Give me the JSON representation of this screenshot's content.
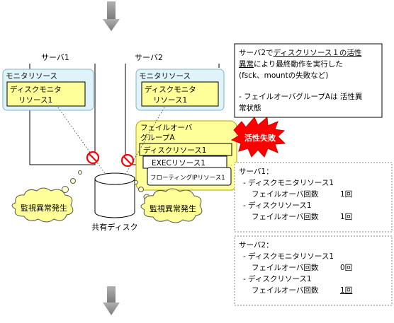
{
  "servers": {
    "server1_label": "サーバ1",
    "server2_label": "サーバ2"
  },
  "left_server": {
    "monitor_title": "モニタリソース",
    "disk_monitor_line1": "ディスクモニタ",
    "disk_monitor_line2": "リソース1"
  },
  "right_server": {
    "monitor_title": "モニタリソース",
    "disk_monitor_line1": "ディスクモニタ",
    "disk_monitor_line2": "リソース1",
    "group_line1": "フェイルオーバ",
    "group_line2": "グループA",
    "disk_resource": "ディスクリソース1",
    "exec_resource": "EXECリソース1",
    "fip_resource": "フローティングIPリソース1"
  },
  "burst_label": "活性失敗",
  "disk_label": "共有ディスク",
  "cloud_left": "監視異常発生",
  "cloud_right": "監視異常発生",
  "info_box": {
    "line1": "サーバ2で",
    "line1_u": "ディスクリソース１の活性",
    "line2_u": "異常",
    "line2_rest": "により最終動作を実行した",
    "line3": "(fsck、mountの失敗など)",
    "line4": "- フェイルオーバグループAは 活性異",
    "line5": "常状態"
  },
  "server1_status": {
    "title": "サーバ1：",
    "item1": "- ディスクモニタリソース1",
    "item1_label": "フェイルオーバ回数",
    "item1_value": "1回",
    "item2": "- ディスクリソース1",
    "item2_label": "フェイルオーバ回数",
    "item2_value": "1回"
  },
  "server2_status": {
    "title": "サーバ2：",
    "item1": "- ディスクモニタリソース1",
    "item1_label": "フェイルオーバ回数",
    "item1_value": "0回",
    "item2": "- ディスクリソース1",
    "item2_label": "フェイルオーバ回数",
    "item2_value": "1回"
  },
  "colors": {
    "monitor_fill": "#dff3f8",
    "resource_fill": "#ffff99",
    "group_fill": "#ffff99",
    "burst_fill": "#ff0000",
    "cloud_fill": "#ffff99",
    "arrow_gray": "#909090",
    "prohibit_red": "#ff0000"
  }
}
